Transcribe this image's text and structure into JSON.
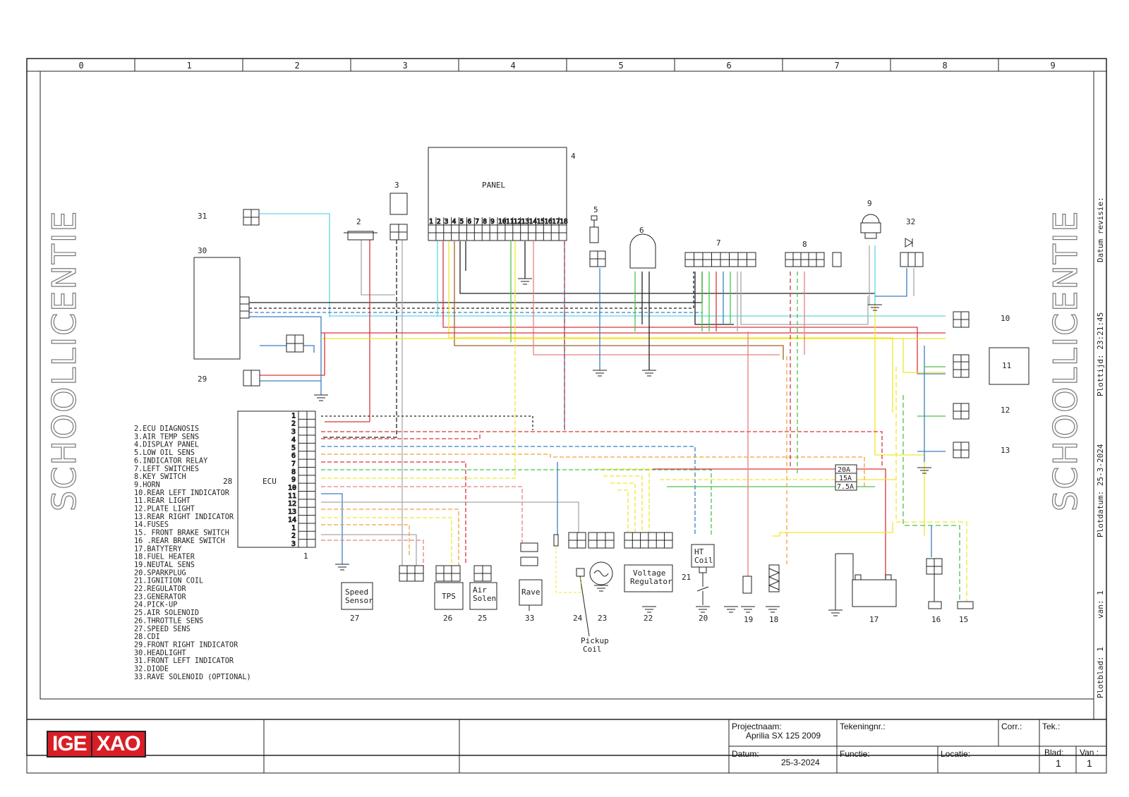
{
  "grid_columns": [
    "0",
    "1",
    "2",
    "3",
    "4",
    "5",
    "6",
    "7",
    "8",
    "9"
  ],
  "watermark": "SCHOOLLICENTIE",
  "sidebar": {
    "datum_revisie": "Datum revisie:",
    "plottijd": "Plottijd: 23:21:45",
    "plotdatum": "Plotdatum: 25-3-2024",
    "van": "van: 1",
    "plotblad": "Plotblad: 1"
  },
  "legend": [
    "2.ECU DIAGNOSIS",
    "3.AIR TEMP SENS",
    "4.DISPLAY PANEL",
    "5.LOW OIL SENS",
    "6.INDICATOR RELAY",
    "7.LEFT SWITCHES",
    "8.KEY SWITCH",
    "9.HORN",
    "10.REAR LEFT INDICATOR",
    "11.REAR LIGHT",
    "12.PLATE LIGHT",
    "13.REAR RIGHT INDICATOR",
    "14.FUSES",
    "15. FRONT BRAKE SWITCH",
    "16 .REAR BRAKE SWITCH",
    "17.BATYTERY",
    "18.FUEL HEATER",
    "19.NEUTAL SENS",
    "20.SPARKPLUG",
    "21.IGNITION COIL",
    "22.REGULATOR",
    "23.GENERATOR",
    "24.PICK-UP",
    "25.AIR SOLENOID",
    "26.THROTTLE SENS",
    "27.SPEED SENS",
    "28.CDI",
    "29.FRONT RIGHT INDICATOR",
    "30.HEADLIGHT",
    "31.FRONT LEFT INDICATOR",
    "32.DIODE",
    "33.RAVE SOLENOID (OPTIONAL)"
  ],
  "components": {
    "panel": "PANEL",
    "panel_pins": [
      "1",
      "2",
      "3",
      "4",
      "5",
      "6",
      "7",
      "8",
      "9",
      "10",
      "11",
      "12",
      "13",
      "14",
      "15",
      "16",
      "17",
      "18"
    ],
    "ecu": "ECU",
    "ecu_pins_a": [
      "1",
      "2",
      "3",
      "4",
      "5",
      "6",
      "7",
      "8",
      "9",
      "10",
      "11",
      "12",
      "13",
      "14"
    ],
    "ecu_pins_b": [
      "1",
      "2",
      "3"
    ],
    "speed_sensor": [
      "Speed",
      "Sensor"
    ],
    "tps": "TPS",
    "air_solen": [
      "Air",
      "Solen"
    ],
    "rave": "Rave",
    "pickup_coil": [
      "Pickup",
      "Coil"
    ],
    "voltage_regulator": [
      "Voltage",
      "Regulator"
    ],
    "ht_coil": [
      "HT",
      "Coil"
    ],
    "fuses": [
      "20A",
      "15A",
      "7.5A"
    ],
    "numbers": {
      "n31": "31",
      "n30": "30",
      "n29": "29",
      "n28": "28",
      "n2": "2",
      "n3": "3",
      "n4": "4",
      "n5": "5",
      "n6": "6",
      "n7": "7",
      "n8": "8",
      "n9": "9",
      "n32": "32",
      "n10": "10",
      "n11": "11",
      "n12": "12",
      "n13": "13",
      "n1": "1",
      "n27": "27",
      "n26": "26",
      "n25": "25",
      "n33": "33",
      "n24": "24",
      "n23": "23",
      "n22": "22",
      "n21": "21",
      "n20": "20",
      "n19": "19",
      "n18": "18",
      "n17": "17",
      "n16": "16",
      "n15": "15"
    }
  },
  "title_block": {
    "projectnaam_label": "Projectnaam:",
    "projectnaam_value": "Aprilia SX 125 2009",
    "tekeningnr_label": "Tekeningnr.:",
    "corr_label": "Corr.:",
    "tek_label": "Tek.:",
    "datum_label": "Datum:",
    "datum_value": "25-3-2024",
    "functie_label": "Functie:",
    "locatie_label": "Locatie:",
    "blad_label": "Blad:",
    "blad_value": "1",
    "van_label": "Van :",
    "van_value": "1",
    "logo_left": "IGE",
    "logo_right": "XAO"
  },
  "wire_colors": {
    "black": "#222222",
    "red": "#d9343a",
    "yellow": "#f2e629",
    "green": "#4cc24a",
    "blue": "#3a7fc1",
    "lightblue": "#5fd6e6",
    "brown": "#a0602a",
    "grey": "#a8a8a8",
    "orange": "#f0a040",
    "pink": "#e88080"
  }
}
